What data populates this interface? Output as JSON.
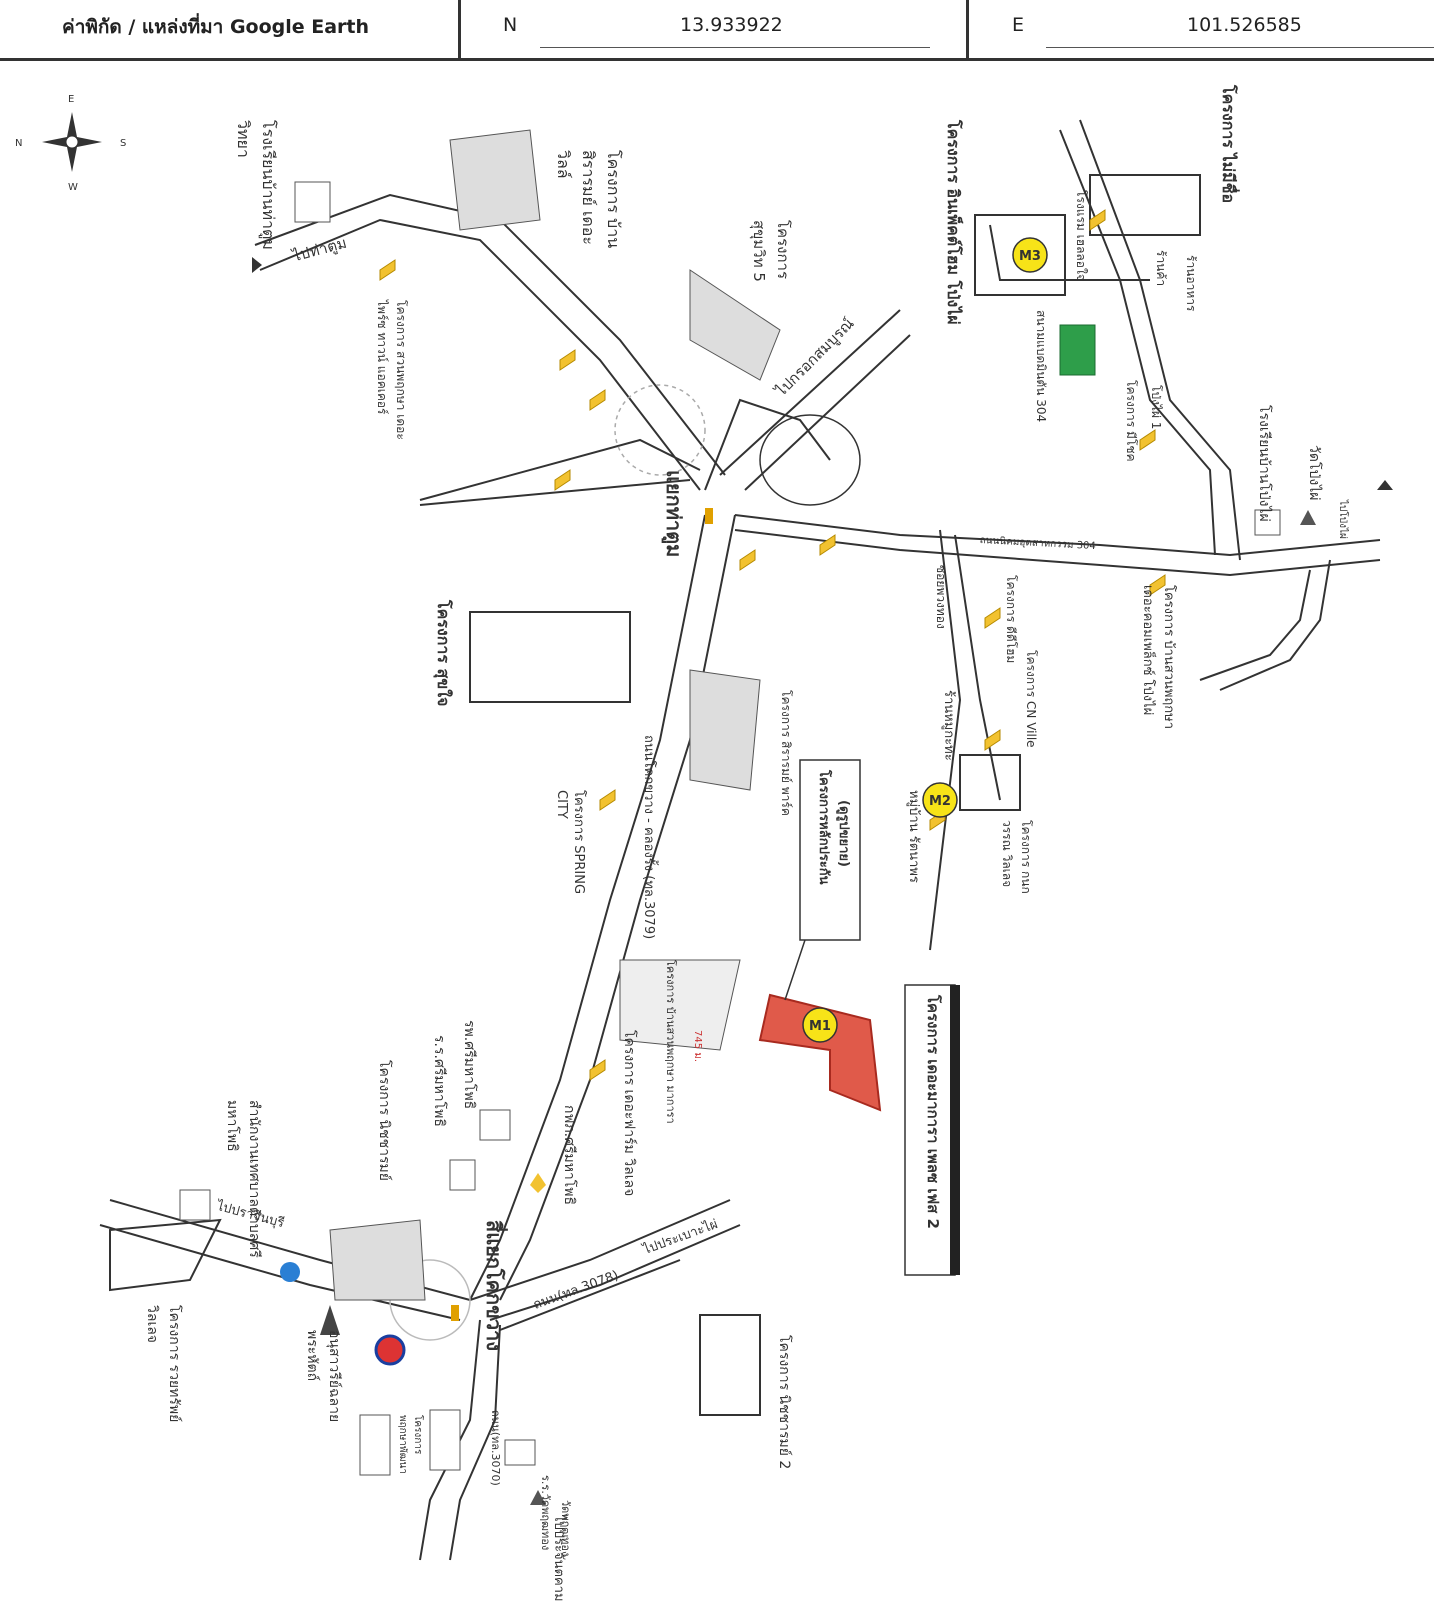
{
  "header": {
    "location_label": "ค่าพิกัด / แหล่งที่มา Google Earth",
    "n_label": "N",
    "n_value": "13.933922",
    "e_label": "E",
    "e_value": "101.526585"
  },
  "compass": {
    "n": "N",
    "e": "E",
    "s": "S",
    "w": "W"
  },
  "markers": {
    "m1": "M1",
    "m2": "M2",
    "m3": "M3"
  },
  "roads": {
    "to_tha_tum": "ไปท่าตูม",
    "to_krok_somboon": "ไปกรอกสมบูรณ์",
    "nikhom_road": "ถนนนิคมอุตสาหกรรม 304",
    "main_road": "ถนนโคกขวาง - คลองรั้ง (ทล.3079)",
    "road_3078": "ถนน(ทล.3078)",
    "road_3070": "ถนน(ทล.3070)",
    "to_prachin": "ไปปราจีนบุรี",
    "to_prachantakham": "ไปประจันตคาม",
    "to_pong_phai": "ไปประเบาะไผ่",
    "to_pong_phai_2": "ไปโป่งไผ่"
  },
  "places": {
    "tha_tum_junction": "แยกท่าตูม",
    "khok_khwang_junction": "สี่แยกโคกขวาง",
    "school_tha_tum": "โรงเรียนบ้านท่าตูมวิทยา",
    "project_suan_phruksa": "โครงการ สวนพฤกษา เดอะไพร์ซ ทาวน์ แอคเคอร์",
    "project_ban_sirarom": "โครงการ บ้านสิรารมย์ เดอะวิลล์",
    "project_sukhumvit5": "โครงการ สุขุมวิท 5",
    "project_in_perfect": "โครงการ อินเพ็คต์โฮม โป่งไผ่",
    "project_mai_mee_chue": "โครงการ ไม่มีชื่อ",
    "hotel": "โรงแรม เฮลลอใจ",
    "shop": "ร้านค้า",
    "shop_restaurant": "ร้านอาหาร",
    "stadium": "สนามแบดมินตัน 304",
    "project_mee_chok": "โครงการ มีโชค",
    "pong_phai_1": "โป่งไผ่ 1",
    "school_pong_phai": "โรงเรียนบ้านโป่งไผ่",
    "wat_pong_phai": "วัดโป่งไผ่",
    "project_suk_jai": "โครงการ สุขใจ",
    "project_spring_city": "โครงการ SPRING CITY",
    "project_sirarom_park": "โครงการ สิรารมย์ พาร์ค",
    "project_lak_prakan": "โครงการหลักประกัน",
    "enlarged_map": "(ดูรูปขยาย)",
    "project_cn_ville": "โครงการ CN Ville",
    "project_di_di": "โครงการ ดีดีโฮม",
    "project_kankaroon": "โครงการ กนกวรรณ วิลเลจ",
    "village_rattana": "หมู่บ้าน รัตนาพร",
    "shop_moo_kata": "ร้านหมูกะทะ",
    "soi_phuang_thong": "ซอยพวงทอง",
    "project_suan_phruksa_2": "โครงการ บ้านสวนพฤกษา เดอะคอมเพล็กซ์ โป่งไผ่",
    "project_the_mantra": "โครงการ เดอะมาการา เพลซ เฟส 2",
    "project_the_farm": "โครงการ เดอะฟาร์ม วิลเลจ",
    "project_suan_phruksa_3": "โครงการ บ้านสวนพฤกษา มาการา",
    "distance": "745 ม.",
    "hospital": "รพ.ศรีมหาโพธิ",
    "school_srimahaphot": "ร.ร.ศรีมหาโพธิ",
    "pea": "กฟภ.ศรีมหาโพธิ",
    "project_nichcharomya": "โครงการ นิชชารมย์",
    "municipal": "สำนักงานเทศบาลตำบลศรีมหาโพธิ",
    "project_ruay": "โครงการ รวยทรัพย์ วิลเลจ",
    "monument": "อนุสาวรีย์ฉลาย พระหัตถ์",
    "project_nichcharomya_2": "โครงการ นิชชารมย์ 2",
    "project_pruksa_pattana": "โครงการ พฤกษาพัฒนา",
    "school_wat_pho": "ร.ร.วัดพฤฒทอง",
    "wat_pho": "วัดพฤฒทอง"
  }
}
